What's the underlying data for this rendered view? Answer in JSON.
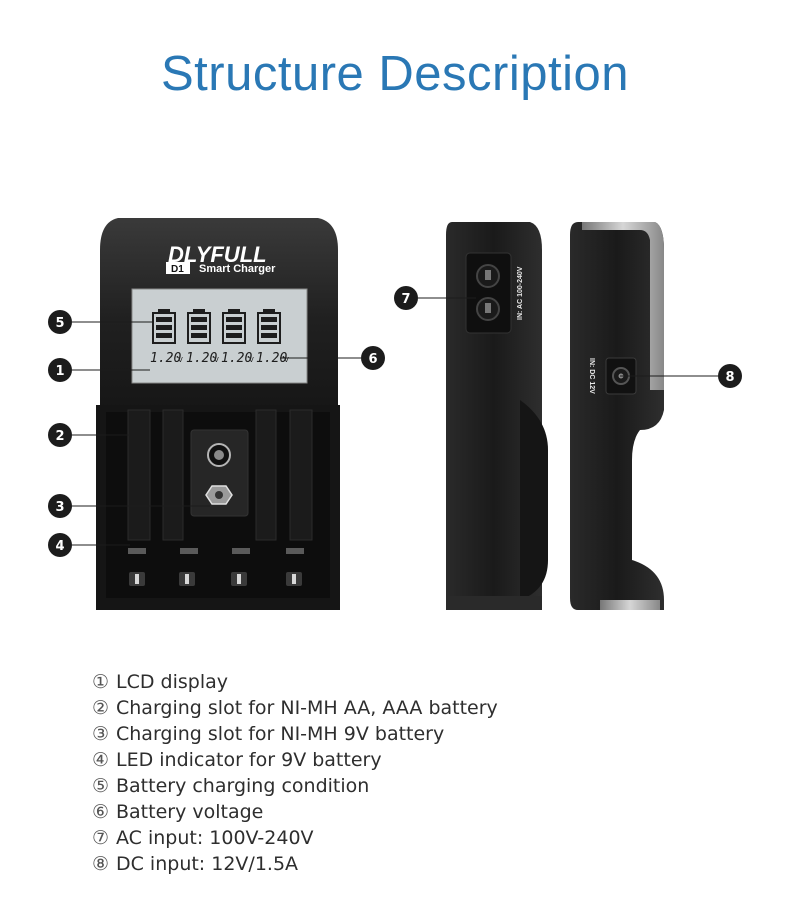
{
  "title": "Structure Description",
  "product": {
    "brand": "DLYFULL",
    "model": "D1",
    "subtitle": "Smart Charger",
    "lcd_voltages": [
      "1.20",
      "1.20",
      "1.20",
      "1.20"
    ],
    "lcd_unit": "V",
    "side_ac_label": "IN: AC 100-240V",
    "side_dc_label": "IN: DC 12V"
  },
  "callouts": [
    "5",
    "1",
    "6",
    "2",
    "3",
    "4",
    "7",
    "8"
  ],
  "legend": [
    {
      "num": "①",
      "text": "LCD display"
    },
    {
      "num": "②",
      "text": "Charging slot for NI-MH AA, AAA battery"
    },
    {
      "num": "③",
      "text": "Charging slot for NI-MH 9V battery"
    },
    {
      "num": "④",
      "text": "LED indicator for 9V battery"
    },
    {
      "num": "⑤",
      "text": "Battery charging condition"
    },
    {
      "num": "⑥",
      "text": "Battery voltage"
    },
    {
      "num": "⑦",
      "text": "AC input: 100V-240V"
    },
    {
      "num": "⑧",
      "text": "DC input: 12V/1.5A"
    }
  ],
  "colors": {
    "title": "#2a78b5",
    "body": "#1f1f1f",
    "lcd": "#c9cfd1"
  }
}
